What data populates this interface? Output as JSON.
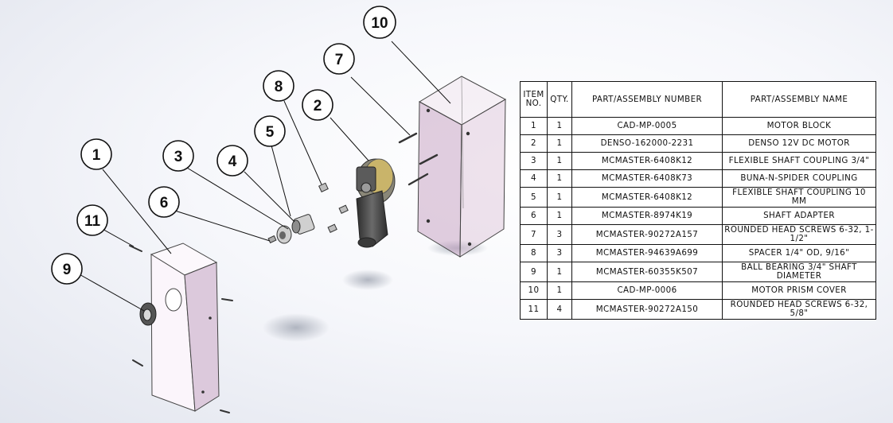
{
  "bom": {
    "headers": {
      "item": "ITEM NO.",
      "qty": "QTY.",
      "number": "PART/ASSEMBLY NUMBER",
      "name": "PART/ASSEMBLY NAME"
    },
    "rows": [
      {
        "item": "1",
        "qty": "1",
        "number": "CAD-MP-0005",
        "name": "MOTOR BLOCK"
      },
      {
        "item": "2",
        "qty": "1",
        "number": "DENSO-162000-2231",
        "name": "DENSO 12V DC MOTOR"
      },
      {
        "item": "3",
        "qty": "1",
        "number": "MCMASTER-6408K12",
        "name": "FLEXIBLE SHAFT COUPLING 3/4\""
      },
      {
        "item": "4",
        "qty": "1",
        "number": "MCMASTER-6408K73",
        "name": "BUNA-N-SPIDER COUPLING"
      },
      {
        "item": "5",
        "qty": "1",
        "number": "MCMASTER-6408K12",
        "name": "FLEXIBLE SHAFT COUPLING 10 MM"
      },
      {
        "item": "6",
        "qty": "1",
        "number": "MCMASTER-8974K19",
        "name": "SHAFT ADAPTER"
      },
      {
        "item": "7",
        "qty": "3",
        "number": "MCMASTER-90272A157",
        "name": "ROUNDED HEAD SCREWS 6-32, 1-1/2\""
      },
      {
        "item": "8",
        "qty": "3",
        "number": "MCMASTER-94639A699",
        "name": "SPACER 1/4\" OD, 9/16\""
      },
      {
        "item": "9",
        "qty": "1",
        "number": "MCMASTER-60355K507",
        "name": "BALL BEARING 3/4\" SHAFT DIAMETER"
      },
      {
        "item": "10",
        "qty": "1",
        "number": "CAD-MP-0006",
        "name": "MOTOR PRISM COVER"
      },
      {
        "item": "11",
        "qty": "4",
        "number": "MCMASTER-90272A150",
        "name": "ROUNDED HEAD SCREWS 6-32, 5/8\""
      }
    ]
  },
  "balloons": [
    {
      "label": "1",
      "part": "motor-block"
    },
    {
      "label": "2",
      "part": "dc-motor"
    },
    {
      "label": "3",
      "part": "shaft-coupling-3-4"
    },
    {
      "label": "4",
      "part": "spider-coupling"
    },
    {
      "label": "5",
      "part": "shaft-coupling-10mm"
    },
    {
      "label": "6",
      "part": "shaft-adapter"
    },
    {
      "label": "7",
      "part": "screws-1-1-2"
    },
    {
      "label": "8",
      "part": "spacer"
    },
    {
      "label": "9",
      "part": "ball-bearing"
    },
    {
      "label": "10",
      "part": "prism-cover"
    },
    {
      "label": "11",
      "part": "screws-5-8"
    }
  ],
  "colors": {
    "block_front": "#fbf5fb",
    "block_side": "#dcc9dc",
    "cover_tint": "#c9a6c4",
    "motor_body": "#4a4a4a",
    "gear_housing": "#c9b46a"
  }
}
